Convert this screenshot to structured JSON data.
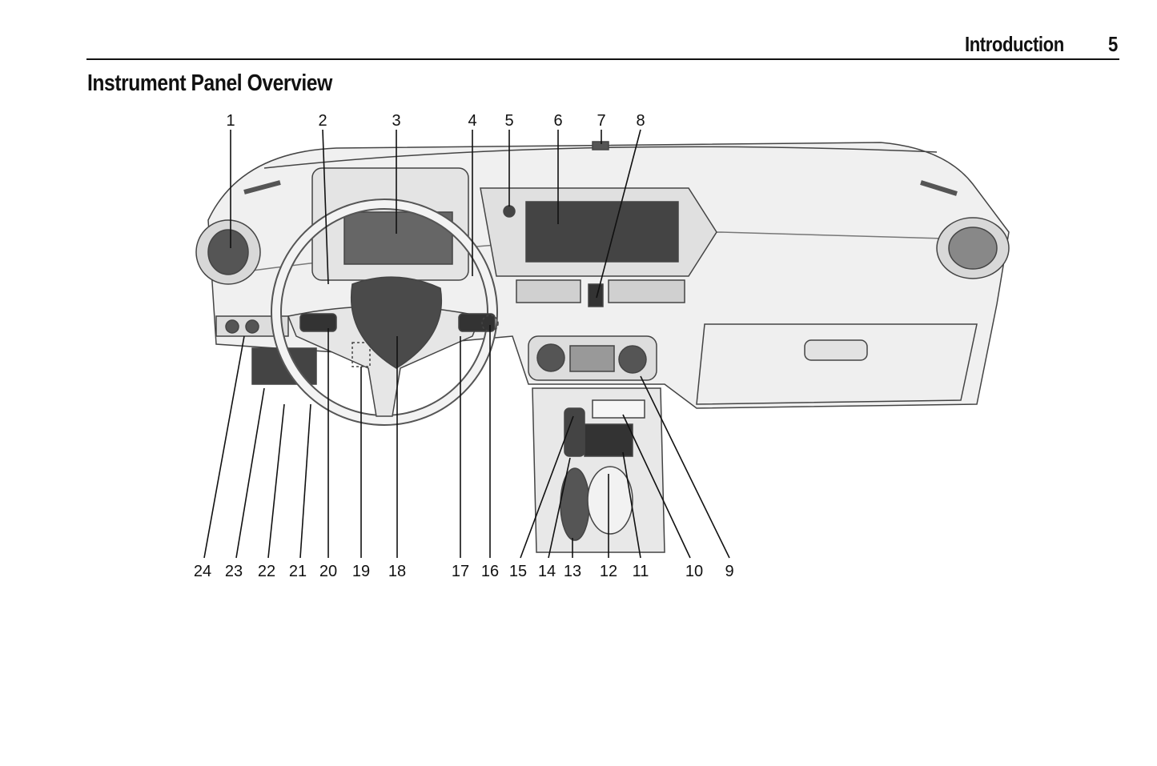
{
  "header": {
    "section": "Introduction",
    "page_number": "5"
  },
  "title": "Instrument Panel Overview",
  "figure": {
    "callouts": [
      "1",
      "2",
      "3",
      "4",
      "5",
      "6",
      "7",
      "8",
      "9",
      "10",
      "11",
      "12",
      "13",
      "14",
      "15",
      "16",
      "17",
      "18",
      "19",
      "20",
      "21",
      "22",
      "23",
      "24"
    ]
  }
}
